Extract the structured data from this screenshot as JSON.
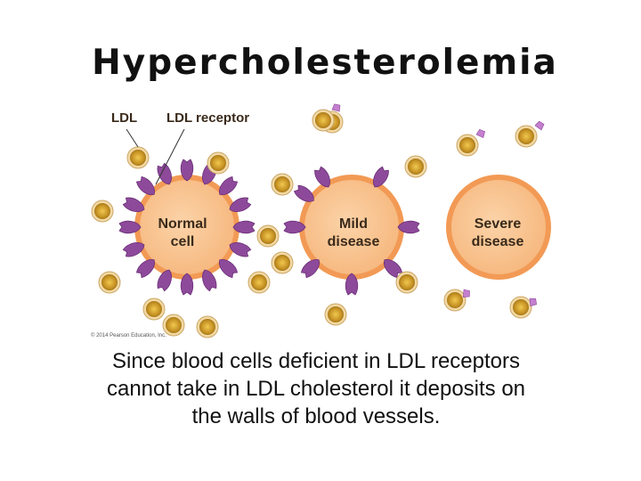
{
  "title": "Hypercholesterolemia",
  "figure": {
    "labels": {
      "ldl": "LDL",
      "ldl_receptor": "LDL receptor"
    },
    "cells": [
      {
        "line1": "Normal",
        "line2": "cell"
      },
      {
        "line1": "Mild",
        "line2": "disease"
      },
      {
        "line1": "Severe",
        "line2": "disease"
      }
    ],
    "copyright": "© 2014 Pearson Education, Inc."
  },
  "caption": "Since blood cells deficient in LDL receptors cannot take in LDL cholesterol it deposits on the walls of blood vessels.",
  "colors": {
    "cell_fill": "#f7c08e",
    "cell_border": "#f29a55",
    "receptor": "#8e4a9a",
    "ldl_fill": "#d9aa2e",
    "ldl_ring": "#f3d9a3"
  }
}
